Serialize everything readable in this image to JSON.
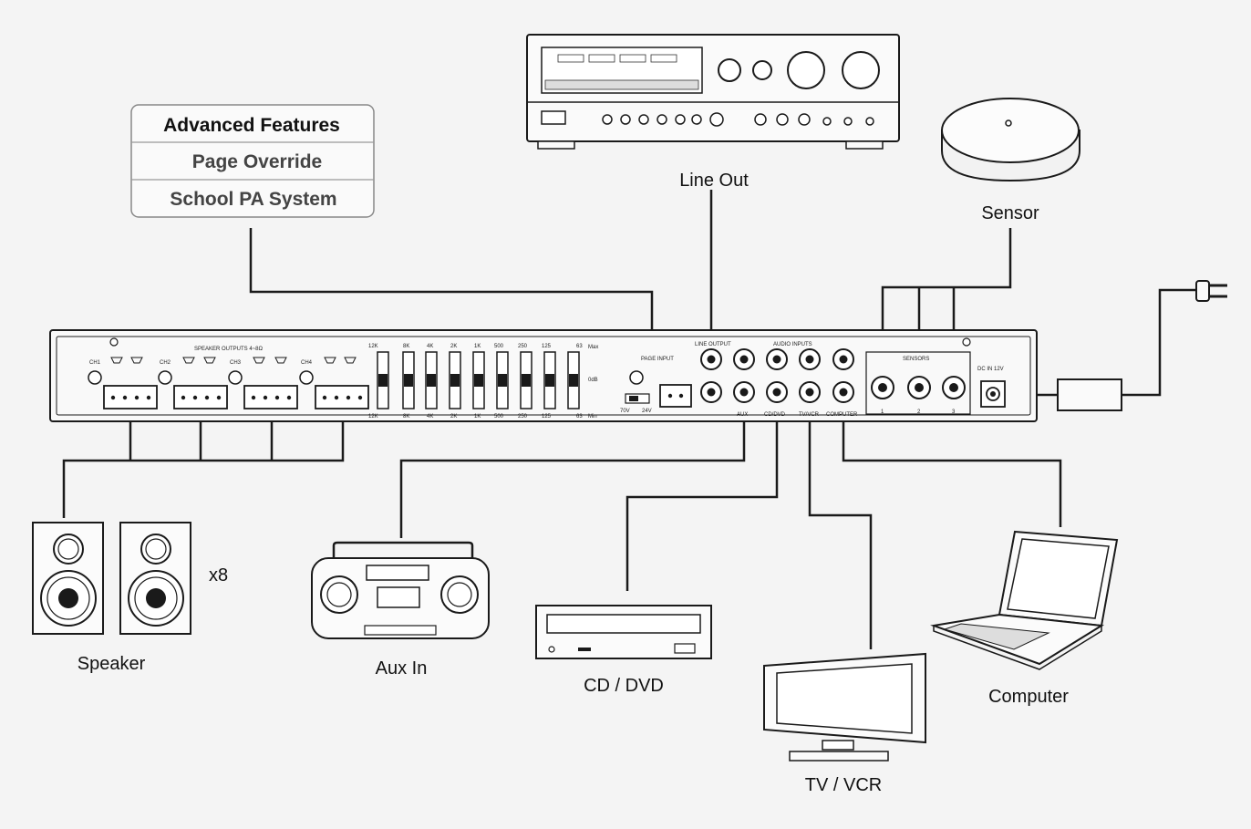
{
  "feature_box": {
    "title": "Advanced Features",
    "items": [
      "Page Override",
      "School PA System"
    ]
  },
  "labels": {
    "line_out": "Line Out",
    "sensor": "Sensor",
    "speaker": "Speaker",
    "speaker_count": "x8",
    "aux_in": "Aux In",
    "cd_dvd": "CD / DVD",
    "tv_vcr": "TV / VCR",
    "computer": "Computer"
  },
  "panel": {
    "speaker_outputs": "SPEAKER OUTPUTS  4~8Ω",
    "channels": [
      "CH1",
      "CH2",
      "CH3",
      "CH4"
    ],
    "eq_bands": [
      "12K",
      "8K",
      "4K",
      "2K",
      "1K",
      "500",
      "250",
      "125",
      "63"
    ],
    "eq_scale_top": "Max",
    "eq_scale_bottom": "Min",
    "eq_unit": "0dB",
    "page_input": "PAGE INPUT",
    "voltage_70": "70V",
    "voltage_24": "24V",
    "line_output": "LINE OUTPUT",
    "audio_inputs": "AUDIO INPUTS",
    "inputs": [
      "AUX",
      "CD/DVD",
      "TV/VCR",
      "COMPUTER"
    ],
    "sensors_label": "SENSORS",
    "sensor_numbers": [
      "1",
      "2",
      "3"
    ],
    "dc_in": "DC IN  12V"
  }
}
